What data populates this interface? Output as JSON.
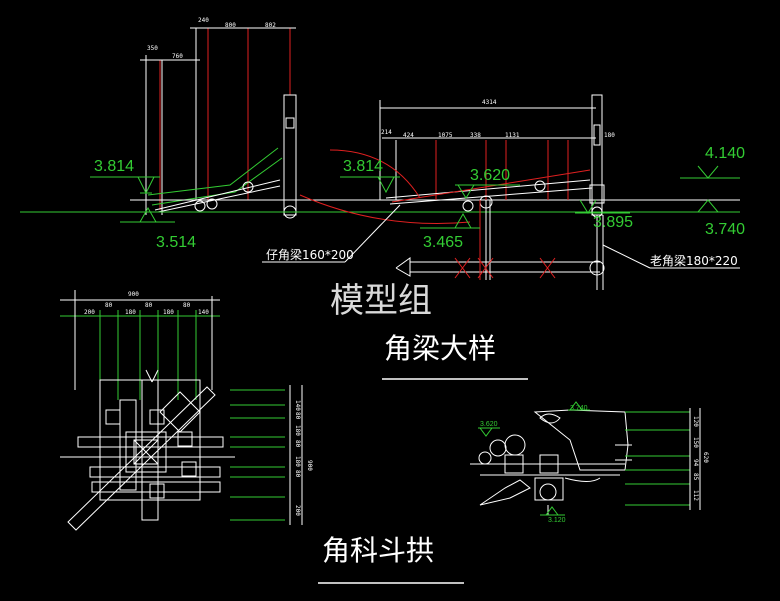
{
  "watermark": "模型组",
  "titles": {
    "corner_beam": "角梁大样",
    "corner_bracket": "角科斗拱"
  },
  "callouts": {
    "small_corner_beam": "仔角梁160*200",
    "old_corner_beam": "老角梁180*220"
  },
  "levels": {
    "left_upper": "3.814",
    "left_lower": "3.514",
    "mid_upper": "3.814",
    "center_upper": "3.620",
    "center_lower": "3.465",
    "right_mid": "3.895",
    "far_right_upper": "4.140",
    "far_right_lower": "3.740",
    "bracket_top": "3.740",
    "bracket_left": "3.620",
    "bracket_bottom": "3.120"
  },
  "dims": {
    "left_top": [
      "240",
      "800",
      "802"
    ],
    "left_second": [
      "350",
      "760"
    ],
    "center_overall": "4314",
    "center_row": [
      "214",
      "424",
      "1075",
      "338",
      "1131",
      "180"
    ],
    "plan_overall": "900",
    "plan_row": [
      "200",
      "80",
      "180",
      "80",
      "180",
      "80",
      "140"
    ],
    "plan_vertical": [
      "140",
      "80",
      "180",
      "80",
      "180",
      "80",
      "200"
    ],
    "plan_vertical_total": "900",
    "bracket_vertical": [
      "120",
      "150",
      "94",
      "85",
      "112"
    ],
    "bracket_vertical_total": "620"
  },
  "colors": {
    "line_white": "#ffffff",
    "line_red": "#e02020",
    "line_green": "#33cc33",
    "background": "#000000"
  }
}
